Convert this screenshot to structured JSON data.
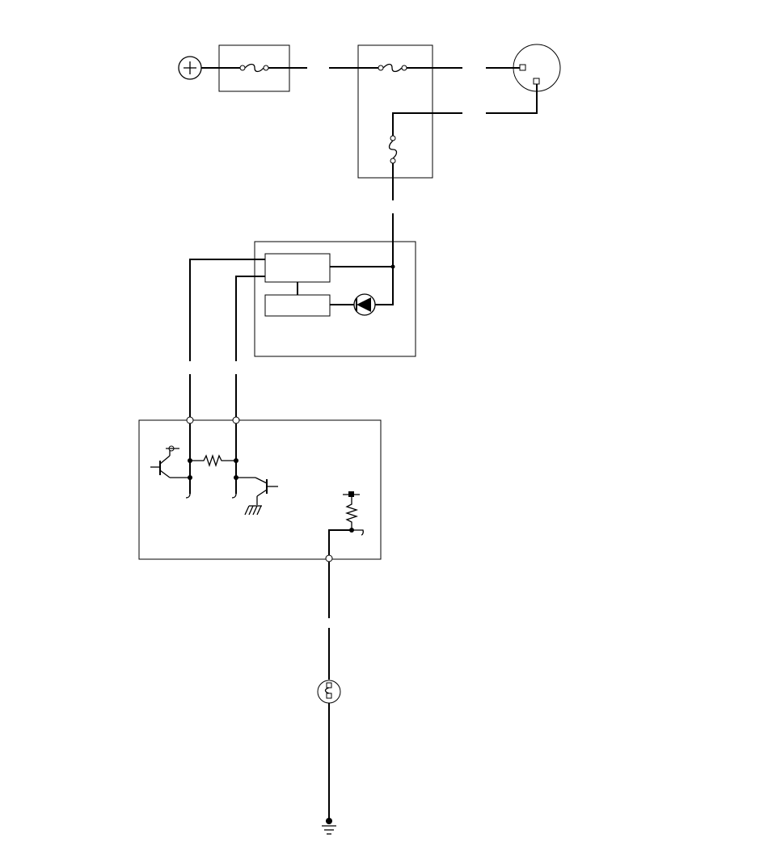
{
  "diagram": {
    "components": [
      {
        "id": "battery",
        "symbol": "battery-positive-icon"
      },
      {
        "id": "fuse-1",
        "symbol": "fuse-icon"
      },
      {
        "id": "fuse-2",
        "symbol": "fuse-icon"
      },
      {
        "id": "fuse-3",
        "symbol": "fuse-icon"
      },
      {
        "id": "connector-1",
        "symbol": "connector-icon"
      },
      {
        "id": "control-unit",
        "symbol": "module-box"
      },
      {
        "id": "led",
        "symbol": "led-icon"
      },
      {
        "id": "ecu",
        "symbol": "module-box"
      },
      {
        "id": "switch",
        "symbol": "switch-icon"
      },
      {
        "id": "ground",
        "symbol": "ground-icon"
      }
    ],
    "colors": {
      "line": "#000000",
      "background": "#ffffff"
    }
  }
}
